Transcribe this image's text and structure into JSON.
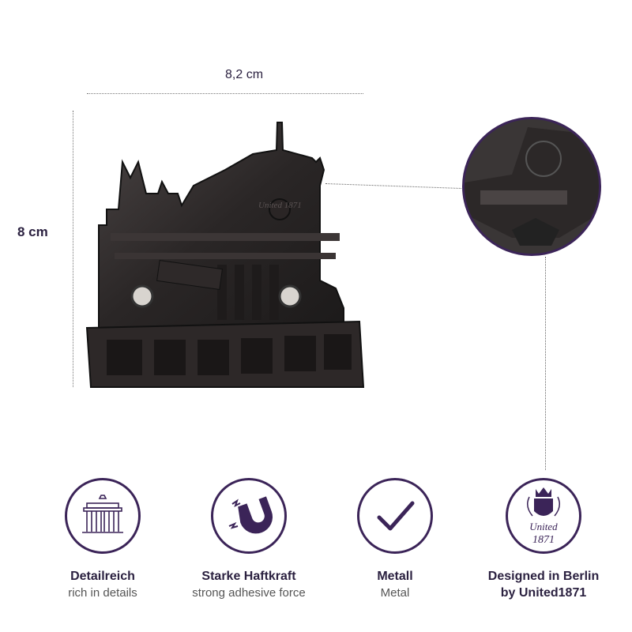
{
  "dimensions": {
    "width_label": "8,2 cm",
    "height_label": "8 cm"
  },
  "product": {
    "emboss_text": "United 1871"
  },
  "features": [
    {
      "icon": "brandenburg-gate-icon",
      "title": "Detailreich",
      "subtitle": "rich in details"
    },
    {
      "icon": "magnet-icon",
      "title": "Starke Haftkraft",
      "subtitle": "strong adhesive force"
    },
    {
      "icon": "checkmark-icon",
      "title": "Metall",
      "subtitle": "Metal"
    },
    {
      "icon": "united1871-crest-icon",
      "title": "Designed in Berlin",
      "subtitle": "by United1871",
      "crest_text_1": "United",
      "crest_text_2": "1871"
    }
  ],
  "colors": {
    "accent": "#3b2458",
    "metal": "#2c2828"
  }
}
